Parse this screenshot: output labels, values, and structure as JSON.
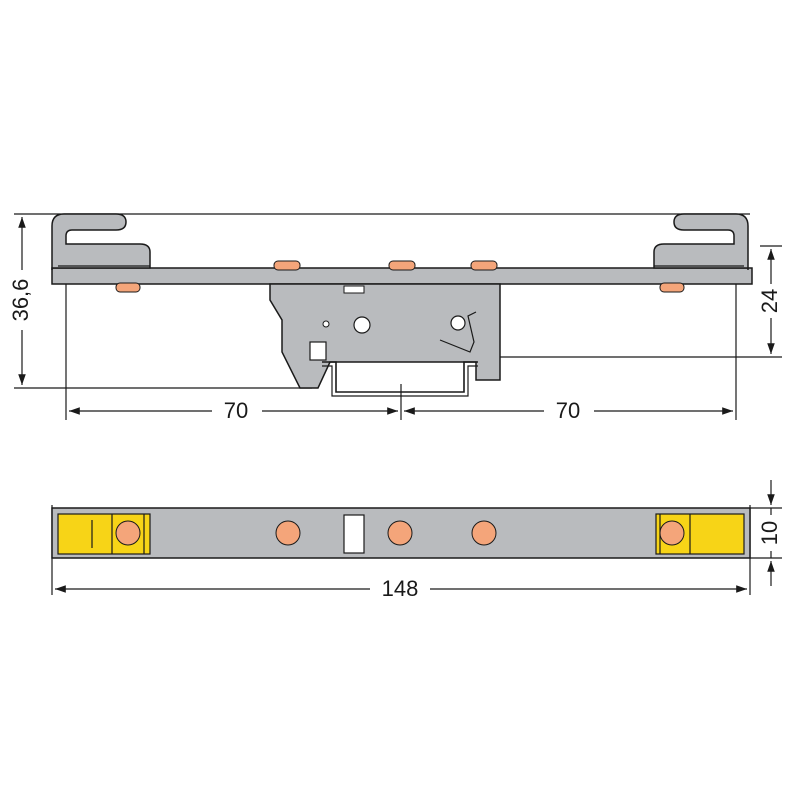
{
  "dimensions": {
    "height_total": "36,6",
    "height_right": "24",
    "width_left": "70",
    "width_right": "70",
    "thickness": "10",
    "length_total": "148"
  },
  "colors": {
    "body_gray": "#b9bbbe",
    "contact_orange": "#f4a57a",
    "end_yellow": "#f7d417",
    "line": "#1a1a1a"
  }
}
